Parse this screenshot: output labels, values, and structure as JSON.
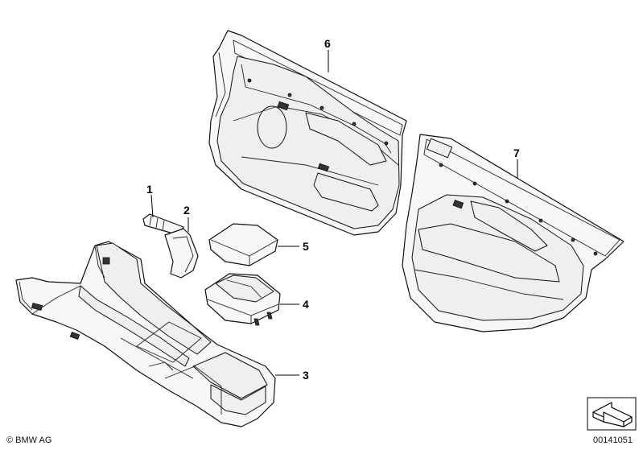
{
  "callouts": [
    {
      "id": "1",
      "label": "1"
    },
    {
      "id": "2",
      "label": "2"
    },
    {
      "id": "3",
      "label": "3"
    },
    {
      "id": "4",
      "label": "4"
    },
    {
      "id": "5",
      "label": "5"
    },
    {
      "id": "6",
      "label": "6"
    },
    {
      "id": "7",
      "label": "7"
    }
  ],
  "footer": {
    "copyright": "© BMW AG",
    "drawing_number": "00141051"
  },
  "icons": {
    "orientation": "arrow-orientation-icon"
  },
  "colors": {
    "line": "#111111",
    "fill": "#f7f7f7"
  }
}
